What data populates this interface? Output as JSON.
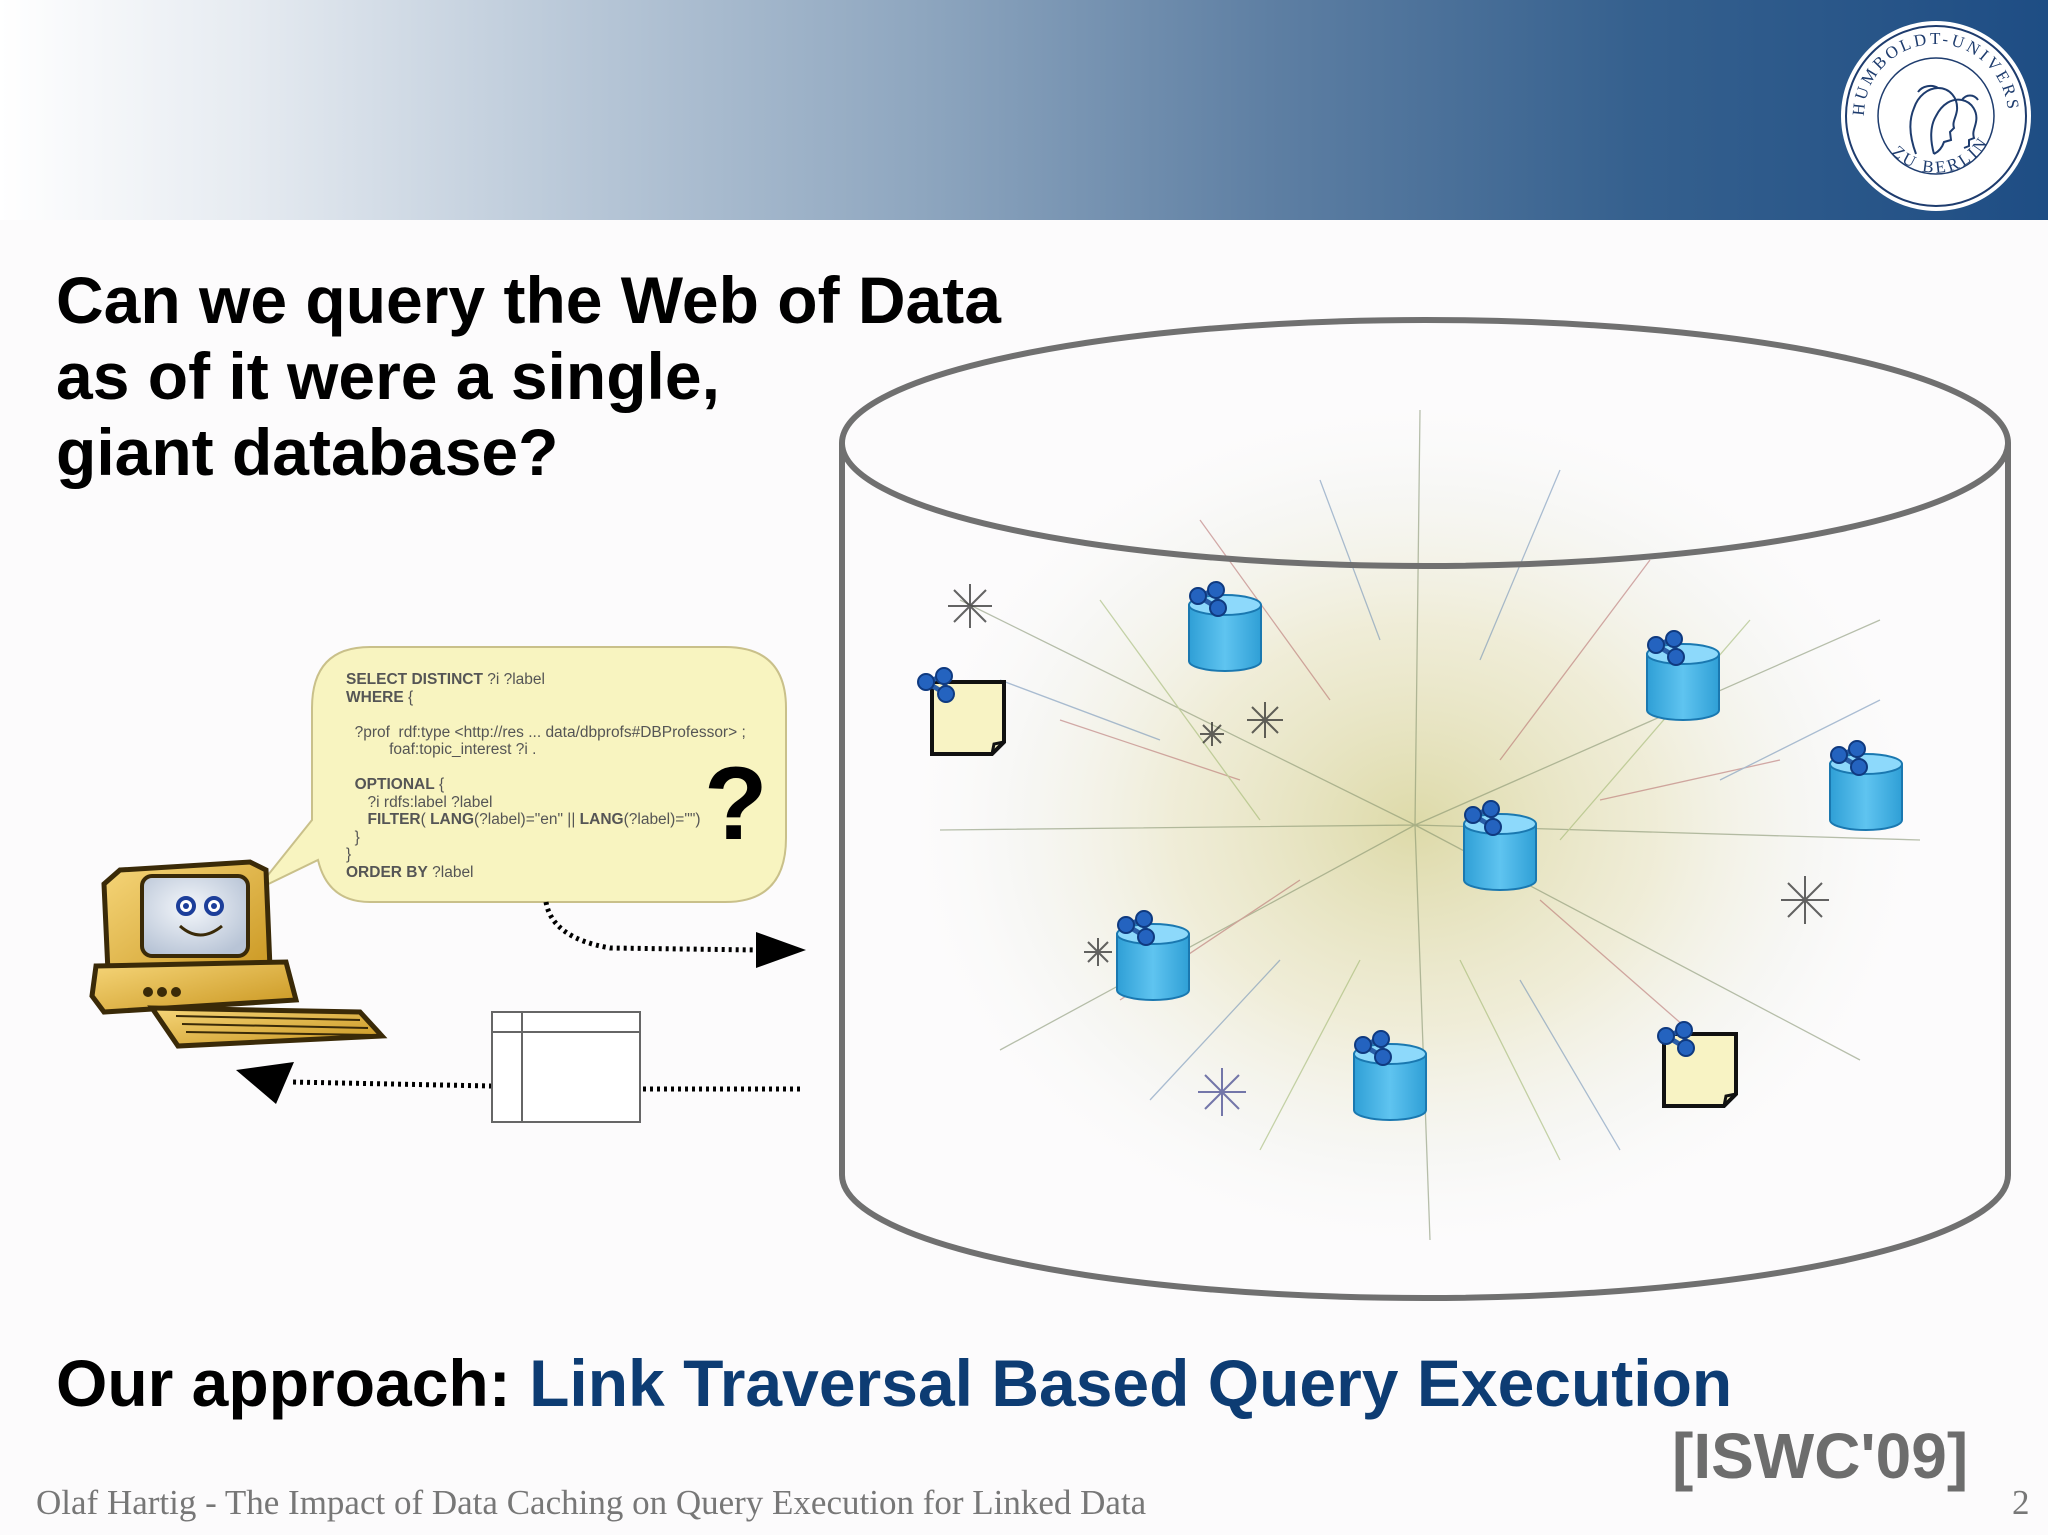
{
  "slide": {
    "title_lines": [
      "Can we query the Web of Data",
      "as of it were a single,",
      "giant database?"
    ],
    "query": {
      "select_keyword": "SELECT DISTINCT",
      "select_vars": " ?i ?label",
      "where_keyword": "WHERE",
      "where_brace": " {",
      "triple_line1": "  ?prof  rdf:type <http://res ... data/dbprofs#DBProfessor> ;",
      "triple_line2": "          foaf:topic_interest ?i .",
      "optional_keyword": "  OPTIONAL",
      "optional_brace": " {",
      "optional_triple": "     ?i rdfs:label ?label",
      "filter_keyword": "     FILTER",
      "filter_paren": "( ",
      "lang_keyword_1": "LANG",
      "filter_mid": "(?label)=\"en\" || ",
      "lang_keyword_2": "LANG",
      "filter_end": "(?label)=\"\")",
      "close_optional": "  }",
      "close_where": "}",
      "order_keyword": "ORDER BY",
      "order_var": " ?label"
    },
    "question_mark": "?",
    "approach_prefix": "Our approach: ",
    "approach_highlight": "Link Traversal Based Query Execution",
    "citation": "[ISWC'09]",
    "footer": "Olaf Hartig - The Impact of Data Caching on Query Execution for Linked Data",
    "page_number": "2"
  },
  "logo": {
    "name": "university-seal-icon",
    "top_text": "HUMBOLDT-UNIVERSITÄT",
    "bottom_text": "ZU BERLIN"
  },
  "icons": {
    "computer": "smiling-computer-icon",
    "datasource": "rdf-database-icon",
    "document": "rdf-document-icon",
    "result_table": "result-table-icon"
  },
  "colors": {
    "highlight": "#0d3c73",
    "citation": "#6d6d6d",
    "speech_bubble": "#f8f4c0",
    "database_blue": "#43b2e6"
  }
}
